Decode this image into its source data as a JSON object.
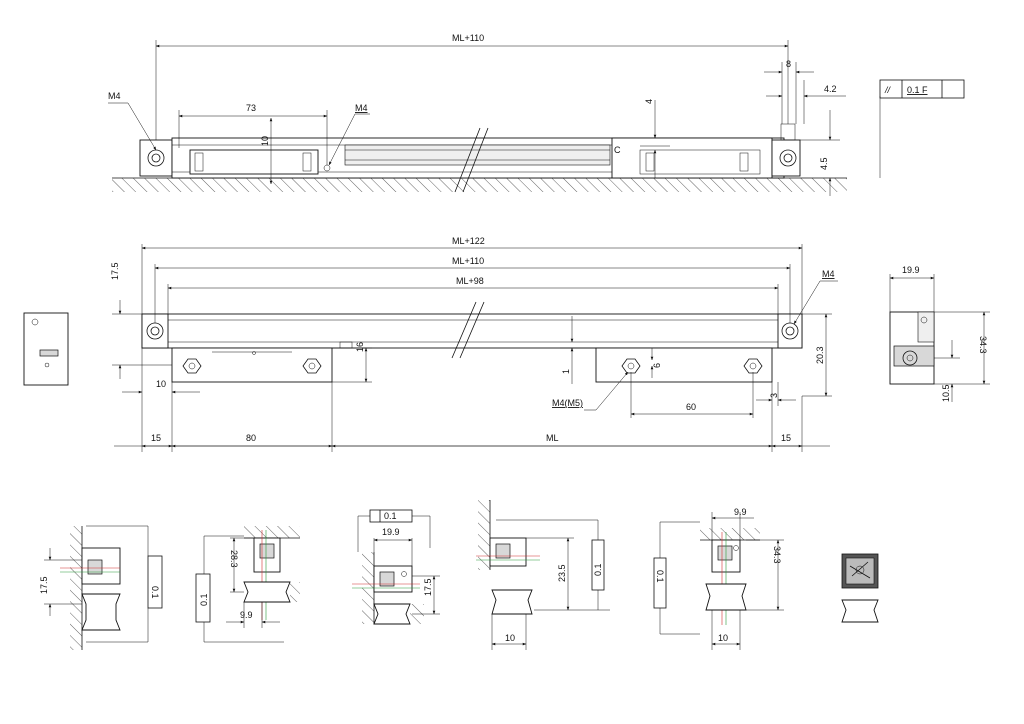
{
  "top_view": {
    "ml_110": "ML+110",
    "label_m4_left": "M4",
    "label_m4_mid": "M4",
    "dim_73": "73",
    "dim_10": "10",
    "dim_4": "4",
    "dim_8": "8",
    "dim_4_2": "4.2",
    "dim_4_5": "4.5",
    "tolerance_symbol": "//",
    "tolerance_value": "0.1 F"
  },
  "front_view": {
    "ml_122": "ML+122",
    "ml_110": "ML+110",
    "ml_98": "ML+98",
    "label_m4_right": "M4",
    "label_m4_m5": "M4(M5)",
    "dim_17_5": "17.5",
    "dim_16": "16",
    "dim_1": "1",
    "dim_6": "6",
    "dim_20_3": "20.3",
    "dim_10": "10",
    "dim_60": "60",
    "dim_3": "3",
    "bottom_15_left": "15",
    "bottom_80": "80",
    "bottom_ml": "ML",
    "bottom_15_right": "15"
  },
  "side_view": {
    "dim_19_9": "19.9",
    "dim_34_3": "34.3",
    "dim_10_5": "10.5"
  },
  "mount_details": {
    "d1_dim": "17.5",
    "d1_tol": "0.1",
    "d2_dim_28_3": "28.3",
    "d2_tol": "0.1",
    "d2_dim_9_9": "9.9",
    "d3_tol": "0.1",
    "d3_dim_19_9": "19.9",
    "d3_dim_17_5": "17.5",
    "d4_dim_23_5": "23.5",
    "d4_tol": "0.1",
    "d4_dim_10": "10",
    "d5_dim_9_9": "9.9",
    "d5_dim_34_3": "34.3",
    "d5_tol": "0.1",
    "d5_dim_10": "10"
  }
}
